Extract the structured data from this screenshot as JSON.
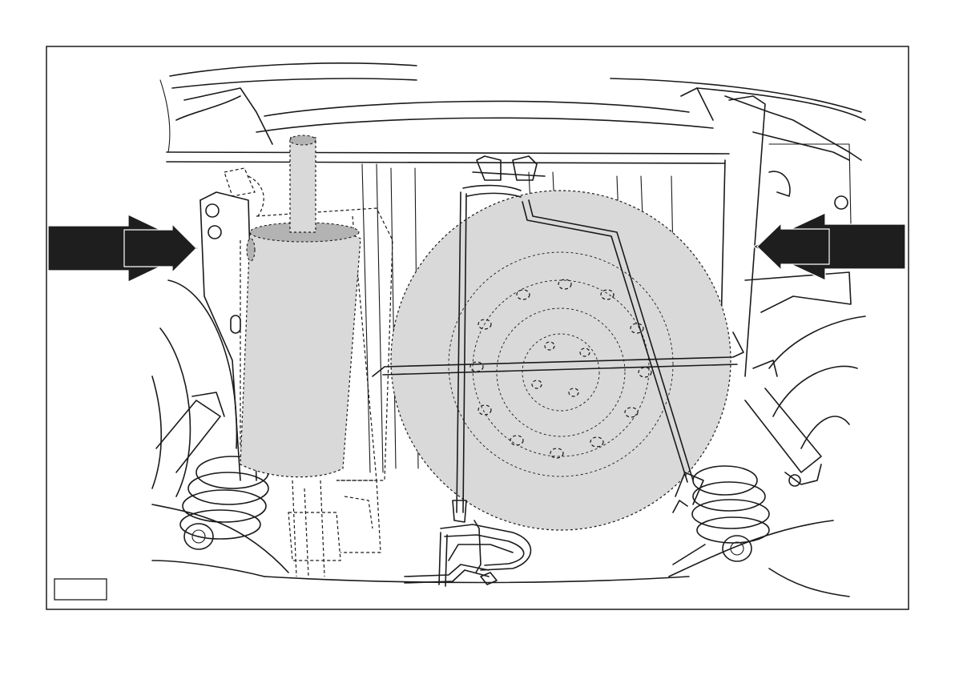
{
  "figure": {
    "reference_code": "",
    "colors": {
      "line": "#1a1a1a",
      "highlight_zone": "#d9d9d9",
      "arrow": "#1e1e1e",
      "background": "#ffffff"
    },
    "annotations": [
      {
        "id": "left-arrow",
        "kind": "arrow",
        "direction": "right"
      },
      {
        "id": "right-arrow",
        "kind": "arrow",
        "direction": "left"
      }
    ]
  }
}
